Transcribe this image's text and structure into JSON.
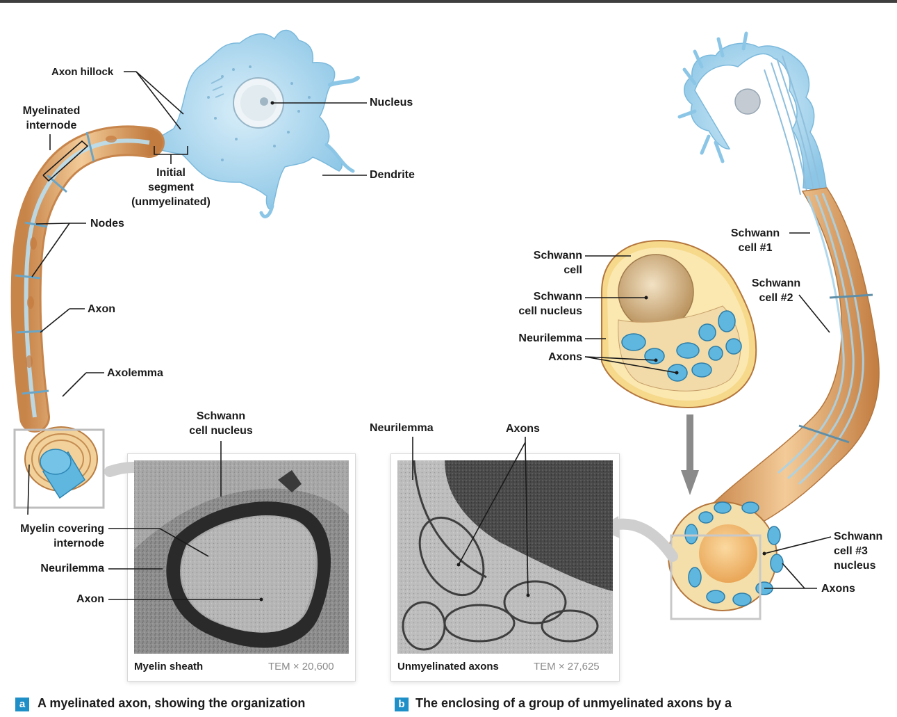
{
  "labels": {
    "axon_hillock": "Axon hillock",
    "myelinated_internode": "Myelinated\ninternode",
    "initial_segment": "Initial\nsegment\n(unmyelinated)",
    "nucleus": "Nucleus",
    "dendrite": "Dendrite",
    "nodes": "Nodes",
    "axon_left": "Axon",
    "axolemma": "Axolemma",
    "schwann_cell_nucleus_tem": "Schwann\ncell nucleus",
    "myelin_covering_internode": "Myelin covering\ninternode",
    "neurilemma_left": "Neurilemma",
    "axon_bottom": "Axon",
    "schwann_cell": "Schwann\ncell",
    "schwann_cell_nucleus_b": "Schwann\ncell nucleus",
    "neurilemma_b": "Neurilemma",
    "axons_b": "Axons",
    "schwann_cell_1": "Schwann\ncell #1",
    "schwann_cell_2": "Schwann\ncell #2",
    "neurilemma_tem": "Neurilemma",
    "axons_tem": "Axons",
    "schwann_cell_3_nucleus": "Schwann\ncell #3\nnucleus",
    "axons_right": "Axons"
  },
  "micrographs": {
    "left": {
      "caption": "Myelin sheath",
      "magnification": "TEM × 20,600"
    },
    "right": {
      "caption": "Unmyelinated axons",
      "magnification": "TEM × 27,625"
    }
  },
  "captions": {
    "a": {
      "badge": "a",
      "text": "A myelinated axon, showing the organization"
    },
    "b": {
      "badge": "b",
      "text": "The enclosing of a group of unmyelinated axons by a"
    }
  },
  "colors": {
    "neuron_blue": "#a9d7ef",
    "myelin_orange": "#e9b37a",
    "axon_blue": "#5fb6df",
    "schwann_tan": "#d8b98c",
    "badge_blue": "#1f8fc7"
  }
}
